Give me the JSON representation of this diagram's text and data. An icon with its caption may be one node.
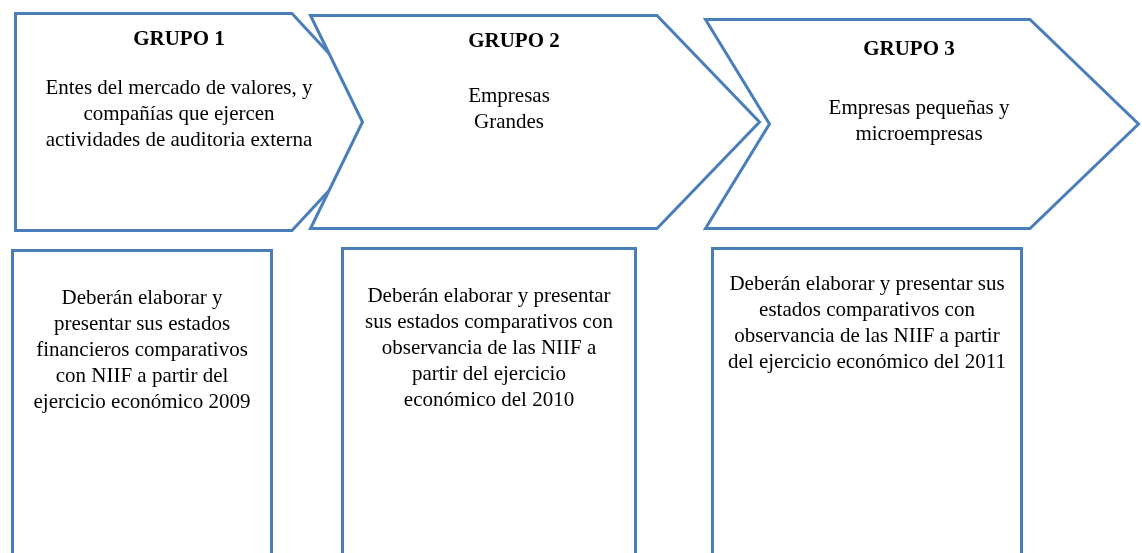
{
  "diagram": {
    "nodes": [
      {
        "text": [
          "GRUPO 1",
          "Entes del mercado de valores, y compañías que ejercen actividades de auditoria externa"
        ]
      },
      {
        "text": [
          "GRUPO 2",
          "Empresas Grandes"
        ]
      },
      {
        "text": [
          "GRUPO 3",
          "Empresas pequeñas y microempresas"
        ]
      },
      {
        "text": [
          "Deberán elaborar y presentar sus estados financieros comparativos con NIIF a partir del ejercicio económico 2009"
        ]
      },
      {
        "text": [
          "Deberán elaborar y presentar sus estados comparativos con observancia de las NIIF a partir del ejercicio económico del 2010"
        ]
      },
      {
        "text": [
          "Deberán elaborar y presentar sus estados comparativos con observancia de las NIIF a partir del ejercicio económico del 2011"
        ]
      }
    ]
  }
}
